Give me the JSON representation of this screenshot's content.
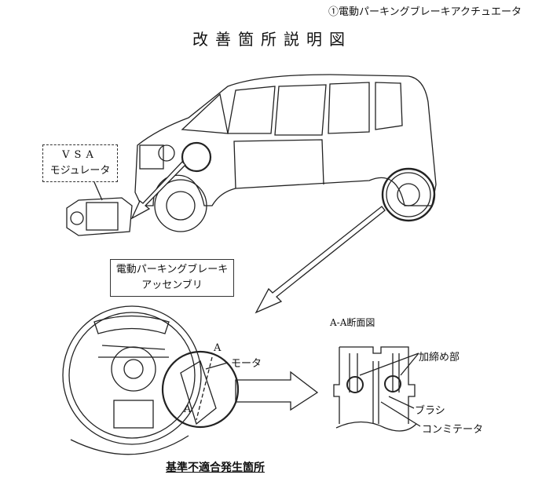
{
  "header": {
    "caption": "①電動パーキングブレーキアクチュエータ",
    "title": "改善箇所説明図"
  },
  "labels": {
    "vsa_line1": "VSA",
    "vsa_line2": "モジュレータ",
    "epb_line1": "電動パーキングブレーキ",
    "epb_line2": "アッセンブリ",
    "section_a_top": "A",
    "section_a_bottom": "A",
    "motor": "モータ",
    "section_view": "A-A断面図",
    "crimp": "加締め部",
    "brush": "ブラシ",
    "commutator": "コンミテータ",
    "defect_location": "基準不適合発生箇所"
  }
}
